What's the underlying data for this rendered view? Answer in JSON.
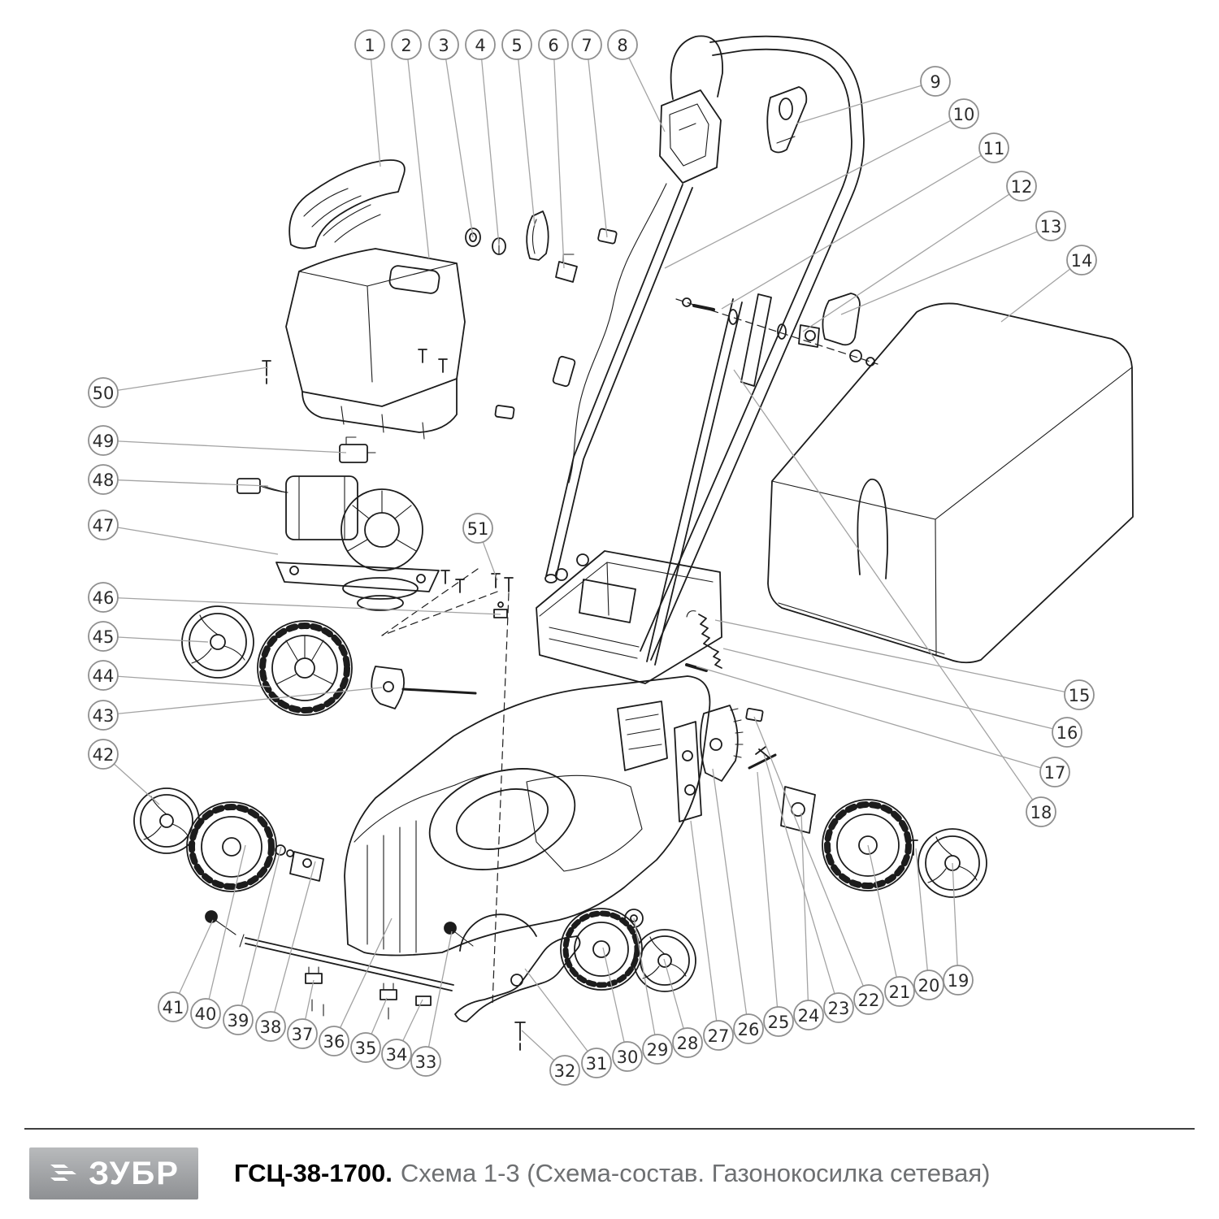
{
  "footer": {
    "logo_text": "ЗУБР",
    "model": "ГСЦ-38-1700.",
    "subtitle": "Схема 1-3 (Схема-состав. Газонокосилка сетевая)",
    "logo_bg_top": "#b8babc",
    "logo_bg_bottom": "#8e9093",
    "subtitle_color": "#6e7072"
  },
  "diagram": {
    "line_color": "#1c1c1c",
    "callout_circle_color": "#8f8f8f",
    "callout_text_color": "#2b2b2b"
  },
  "callouts": {
    "labels": [
      "1",
      "2",
      "3",
      "4",
      "5",
      "6",
      "7",
      "8",
      "9",
      "10",
      "11",
      "12",
      "13",
      "14",
      "15",
      "16",
      "17",
      "18",
      "19",
      "20",
      "21",
      "22",
      "23",
      "24",
      "25",
      "26",
      "27",
      "28",
      "29",
      "30",
      "31",
      "32",
      "33",
      "34",
      "35",
      "36",
      "37",
      "38",
      "39",
      "40",
      "41",
      "42",
      "43",
      "44",
      "45",
      "46",
      "47",
      "48",
      "49",
      "50",
      "51"
    ]
  }
}
